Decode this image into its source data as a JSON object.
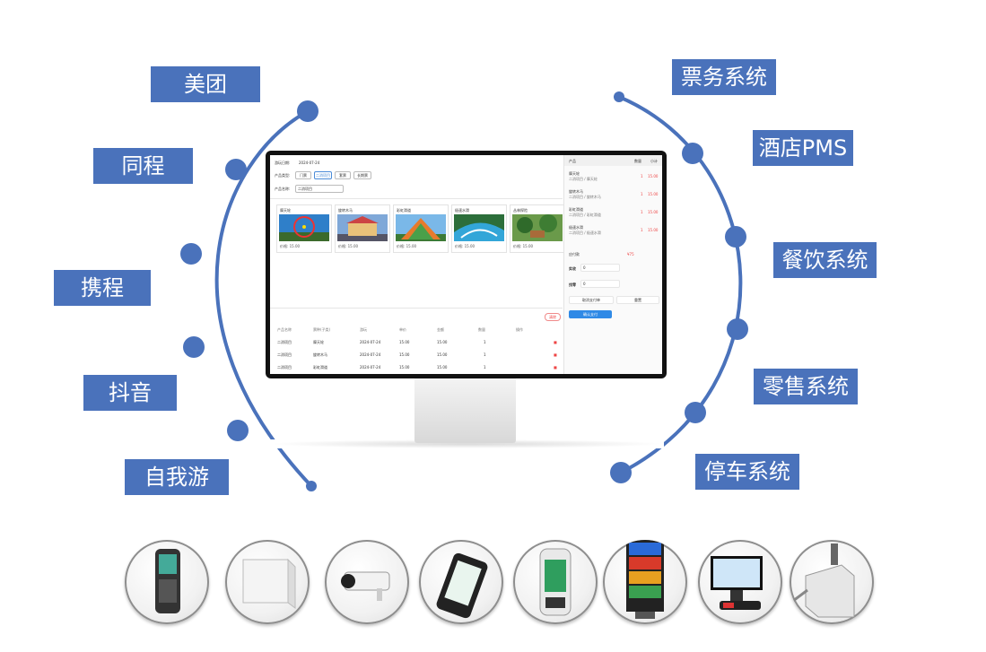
{
  "left_labels": [
    "美团",
    "同程",
    "携程",
    "抖音",
    "自我游"
  ],
  "right_labels": [
    "票务系统",
    "酒店PMS",
    "餐饮系统",
    "零售系统",
    "停车系统"
  ],
  "colors": {
    "label_bg": "#4a72bb",
    "arc": "#4a72bb",
    "label_text": "#ffffff"
  },
  "screen": {
    "date_label": "游玩日期:",
    "date_value": "2024-07-24",
    "type_label": "产品类型:",
    "type_tabs": [
      "门票",
      "二消项目",
      "套票",
      "长期票"
    ],
    "name_label": "产品名称:",
    "name_value": "二消项目",
    "cards": [
      {
        "title": "摩天轮",
        "price": "价格: 15.00"
      },
      {
        "title": "旋转木马",
        "price": "价格: 15.00"
      },
      {
        "title": "彩虹滑道",
        "price": "价格: 15.00"
      },
      {
        "title": "极速水滑",
        "price": "价格: 15.00"
      },
      {
        "title": "丛林探险",
        "price": "价格: 15.00"
      }
    ],
    "clear_button": "清除",
    "table_headers": [
      "产品名称",
      "票种(子类)",
      "游玩",
      "单价",
      "金额",
      "数量",
      "操作"
    ],
    "table_rows": [
      {
        "name": "二消项目",
        "sub": "摩天轮",
        "date": "2024-07-24",
        "price": "15.00",
        "amount": "15.00",
        "qty": "1"
      },
      {
        "name": "二消项目",
        "sub": "旋转木马",
        "date": "2024-07-24",
        "price": "15.00",
        "amount": "15.00",
        "qty": "1"
      },
      {
        "name": "二消项目",
        "sub": "彩虹滑道",
        "date": "2024-07-24",
        "price": "15.00",
        "amount": "15.00",
        "qty": "1"
      }
    ],
    "right_panel": {
      "headers": [
        "产品",
        "数量",
        "小计"
      ],
      "items": [
        {
          "name": "摩天轮",
          "sub": "二消项目 / 摩天轮",
          "qty": "1",
          "sub_total": "15.00"
        },
        {
          "name": "旋转木马",
          "sub": "二消项目 / 旋转木马",
          "qty": "1",
          "sub_total": "15.00"
        },
        {
          "name": "彩虹滑道",
          "sub": "二消项目 / 彩虹滑道",
          "qty": "1",
          "sub_total": "15.00"
        },
        {
          "name": "极速水滑",
          "sub": "二消项目 / 极速水滑",
          "qty": "1",
          "sub_total": "15.00"
        }
      ],
      "total_label": "应付款",
      "total_value": "¥75",
      "paid_label": "实收",
      "paid_value": "0",
      "change_label": "找零",
      "change_value": "0",
      "btn_cancel": "取消支付单",
      "btn_reset": "重置",
      "btn_pay": "确认支付"
    }
  }
}
